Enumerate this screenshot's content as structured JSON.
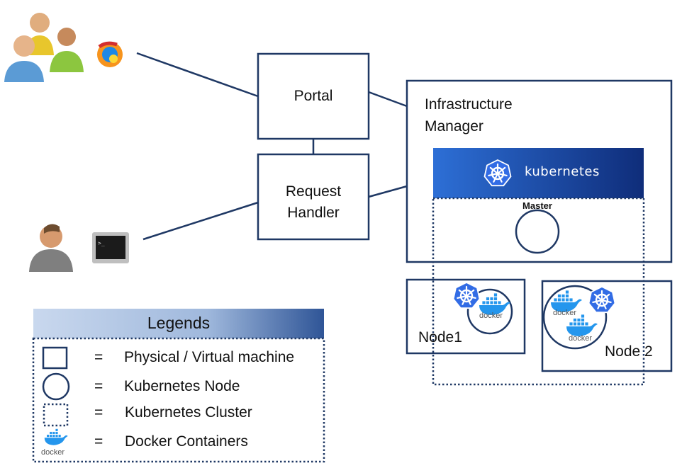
{
  "boxes": {
    "portal": "Portal",
    "request_handler_line1": "Request",
    "request_handler_line2": "Handler",
    "infra_line1": "Infrastructure",
    "infra_line2": "Manager",
    "kubernetes_banner": "kubernetes",
    "master_label": "Master",
    "node1": "Node1",
    "node2": "Node 2",
    "docker_word": "docker"
  },
  "legend": {
    "title": "Legends",
    "eq": "=",
    "items": [
      {
        "icon": "square-icon",
        "label": "Physical / Virtual machine"
      },
      {
        "icon": "circle-icon",
        "label": "Kubernetes Node"
      },
      {
        "icon": "dotted-square-icon",
        "label": "Kubernetes Cluster"
      },
      {
        "icon": "docker-icon",
        "label": "Docker Containers"
      }
    ]
  },
  "colors": {
    "line": "#1f3864",
    "k8s_blue": "#326ce5",
    "docker_blue": "#2496ed",
    "banner_dark": "#1a3a8a",
    "legend_header": "#b4c7e7"
  }
}
